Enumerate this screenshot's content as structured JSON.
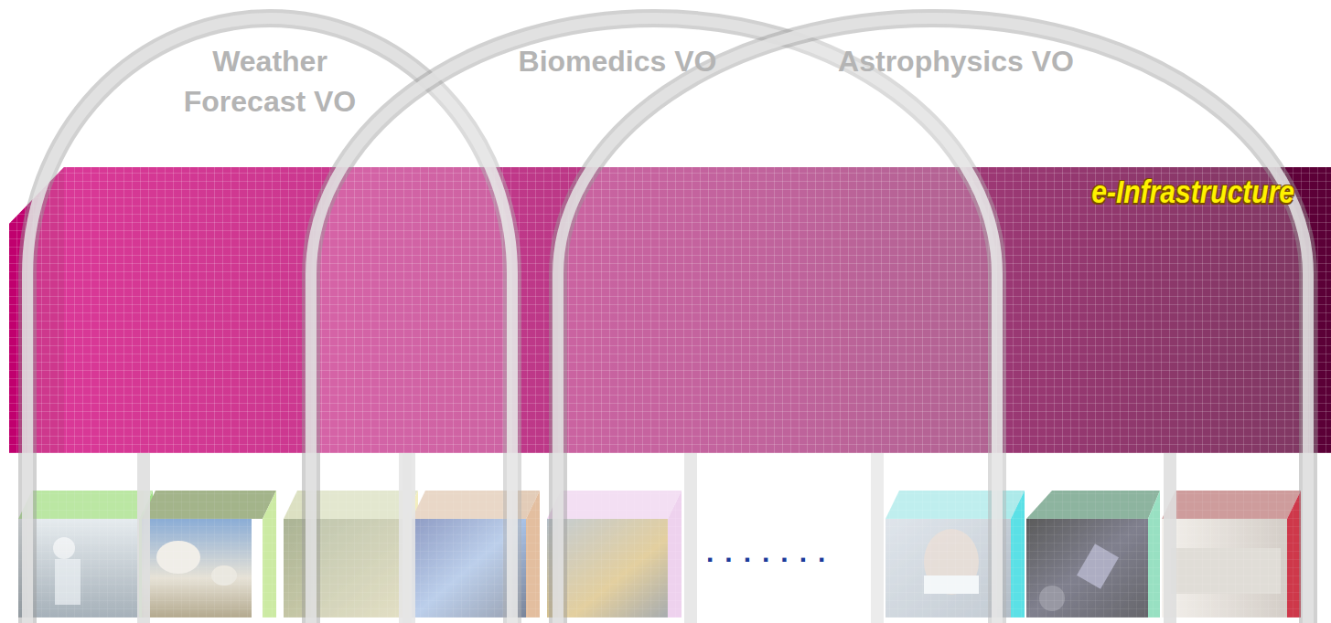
{
  "diagram": {
    "nodes": [
      {
        "text": [
          "Weather Forecast VO"
        ]
      },
      {
        "text": [
          "Biomedics VO"
        ]
      },
      {
        "text": [
          "Astrophysics VO"
        ]
      },
      {
        "text": [
          "e-Infrastructure"
        ]
      }
    ],
    "labels": [
      "......."
    ]
  }
}
